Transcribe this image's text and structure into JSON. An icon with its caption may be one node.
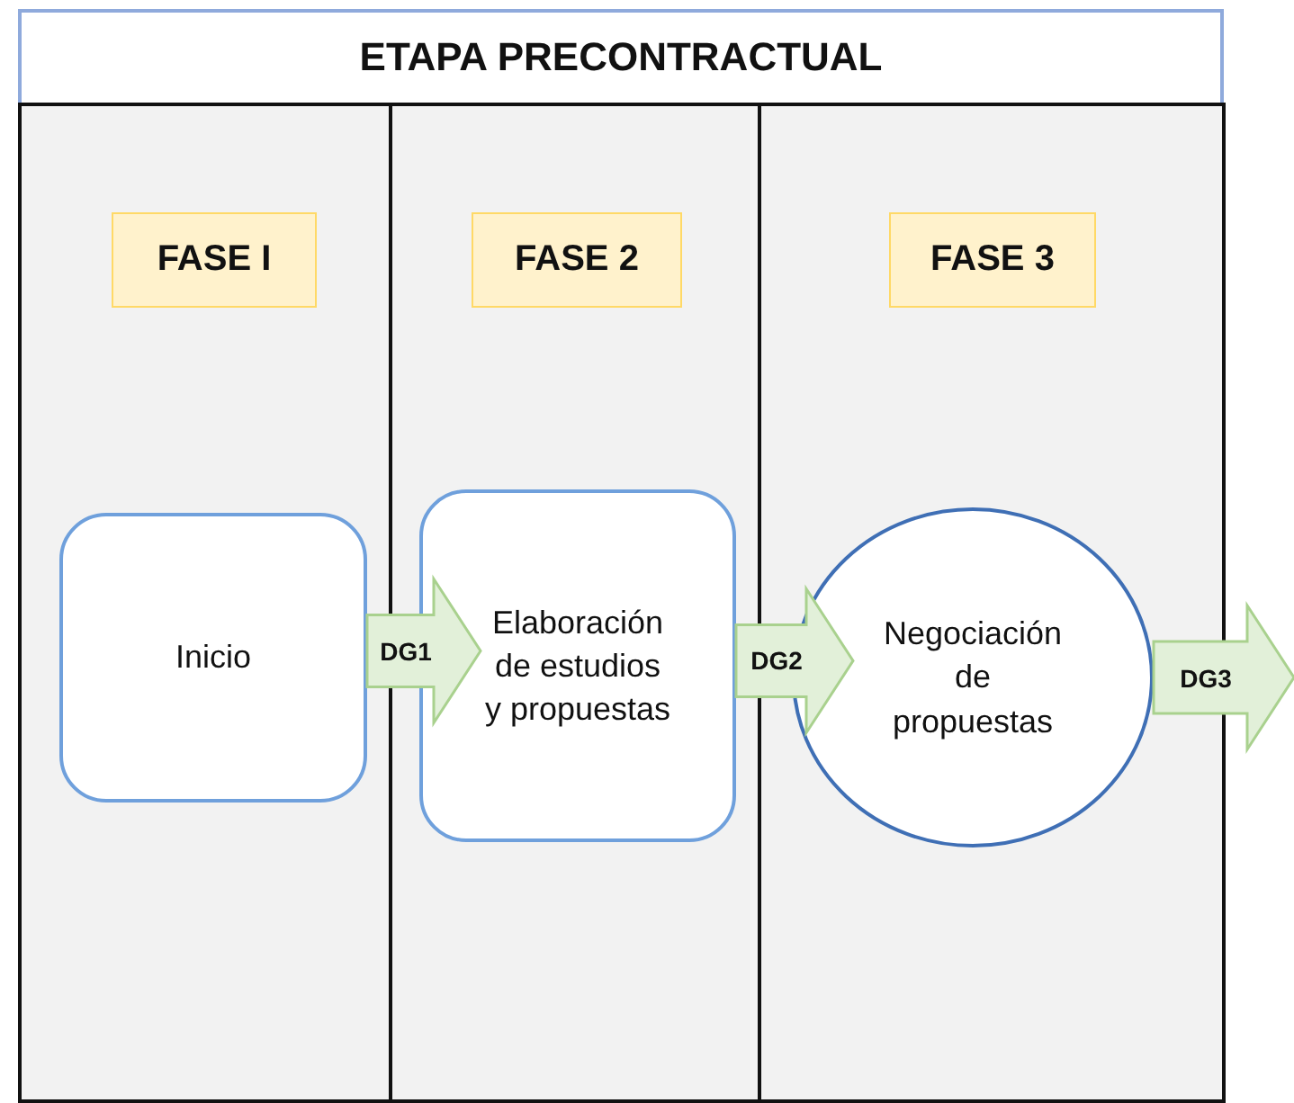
{
  "diagram": {
    "nodes": [
      {
        "text": [
          "ETAPA PRECONTRACTUAL"
        ]
      },
      {
        "text": [],
        "shape": "box"
      },
      {
        "text": [
          "FASE I"
        ],
        "in": 1
      },
      {
        "text": [
          "Inicio"
        ],
        "in": 1
      },
      {
        "text": [],
        "shape": "box"
      },
      {
        "text": [
          "FASE 2"
        ],
        "in": 4
      },
      {
        "text": [
          "Elaboración de estudios y propuestas"
        ],
        "in": 4
      },
      {
        "text": [],
        "shape": "box"
      },
      {
        "text": [
          "FASE 3"
        ],
        "in": 7
      },
      {
        "text": [
          "Negociación de propuestas"
        ],
        "in": 7
      }
    ],
    "edges": [
      {
        "from": 3,
        "to": 6,
        "arrow": "to",
        "label": "DG1"
      },
      {
        "from": 6,
        "to": 9,
        "arrow": "to",
        "label": "DG2"
      },
      {
        "from": 9,
        "to": null,
        "arrow": "to",
        "label": "DG3"
      }
    ]
  }
}
